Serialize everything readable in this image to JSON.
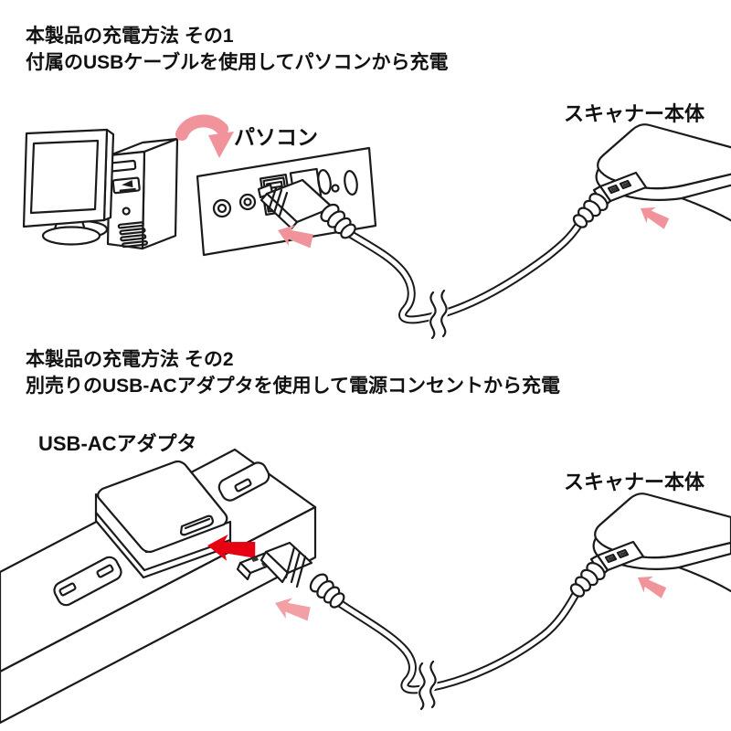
{
  "diagram": {
    "background": "#ffffff",
    "colors": {
      "line": "#1a1a1a",
      "pink_arrow": "#f0939a",
      "red_arrow": "#e60012",
      "text": "#111111"
    },
    "section1": {
      "heading_line1": "本製品の充電方法 その1",
      "heading_line2": "付属のUSBケーブルを使用してパソコンから充電",
      "label_pc": "パソコン",
      "label_scanner": "スキャナー本体"
    },
    "section2": {
      "heading_line1": "本製品の充電方法 その2",
      "heading_line2": "別売りのUSB-ACアダプタを使用して電源コンセントから充電",
      "label_adapter": "USB-ACアダプタ",
      "label_scanner": "スキャナー本体"
    }
  }
}
